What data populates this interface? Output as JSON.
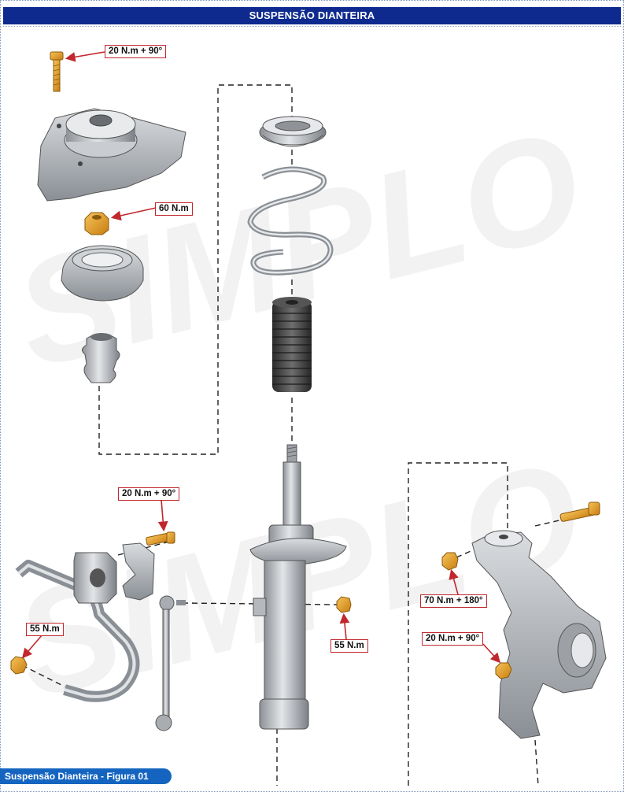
{
  "header": {
    "title": "SUSPENSÃO DIANTEIRA"
  },
  "watermark": "SIMPLO",
  "torque_labels": {
    "top_bolt": "20 N.m + 90°",
    "top_nut": "60 N.m",
    "stab_bracket_bolt": "20 N.m + 90°",
    "stab_bar_nut": "55 N.m",
    "link_nut": "55 N.m",
    "knuckle_nut": "70 N.m + 180°",
    "knuckle_bolt": "20 N.m + 90°"
  },
  "caption": "Suspensão Dianteira - Figura 01",
  "colors": {
    "title_bg": "#0f2a8f",
    "caption_bg": "#1565c0",
    "label_border": "#c0282d",
    "fastener": "#e8a020"
  }
}
